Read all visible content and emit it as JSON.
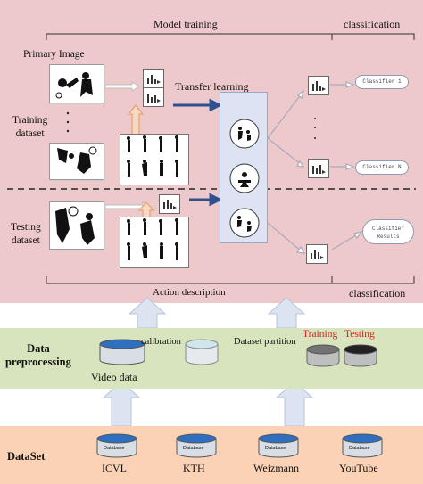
{
  "top": {
    "header_model_training": "Model training",
    "header_classification": "classification",
    "primary_image_label": "Primary Image",
    "training_dataset_label": "Training\ndataset",
    "testing_dataset_label": "Testing\ndataset",
    "transfer_learning_label": "Transfer learning",
    "classifiers": [
      "Classifier 1",
      "Classifier N"
    ],
    "classifier_results": "Classifier\nResults",
    "footer_action_description": "Action description",
    "footer_classification": "classification"
  },
  "middle": {
    "title": "Data\npreprocessing",
    "calibration_label": "calibration",
    "dataset_partition_label": "Dataset partition",
    "training_label": "Training",
    "testing_label": "Testing",
    "video_data_label": "Video data"
  },
  "bottom": {
    "title": "DataSet",
    "database_label": "Database",
    "datasets": [
      "ICVL",
      "KTH",
      "Weizmann",
      "YouTube"
    ]
  },
  "colors": {
    "top_bg": "#eec9cb",
    "middle_bg": "#d7e4bd",
    "bottom_bg": "#fbd2b6",
    "db_blue": "#2e6fbf",
    "red_text": "#e02020",
    "arrow_blue": "#2f4f8f",
    "arrow_orange": "#e8a06a",
    "panel_blue": "#dde3f3"
  }
}
